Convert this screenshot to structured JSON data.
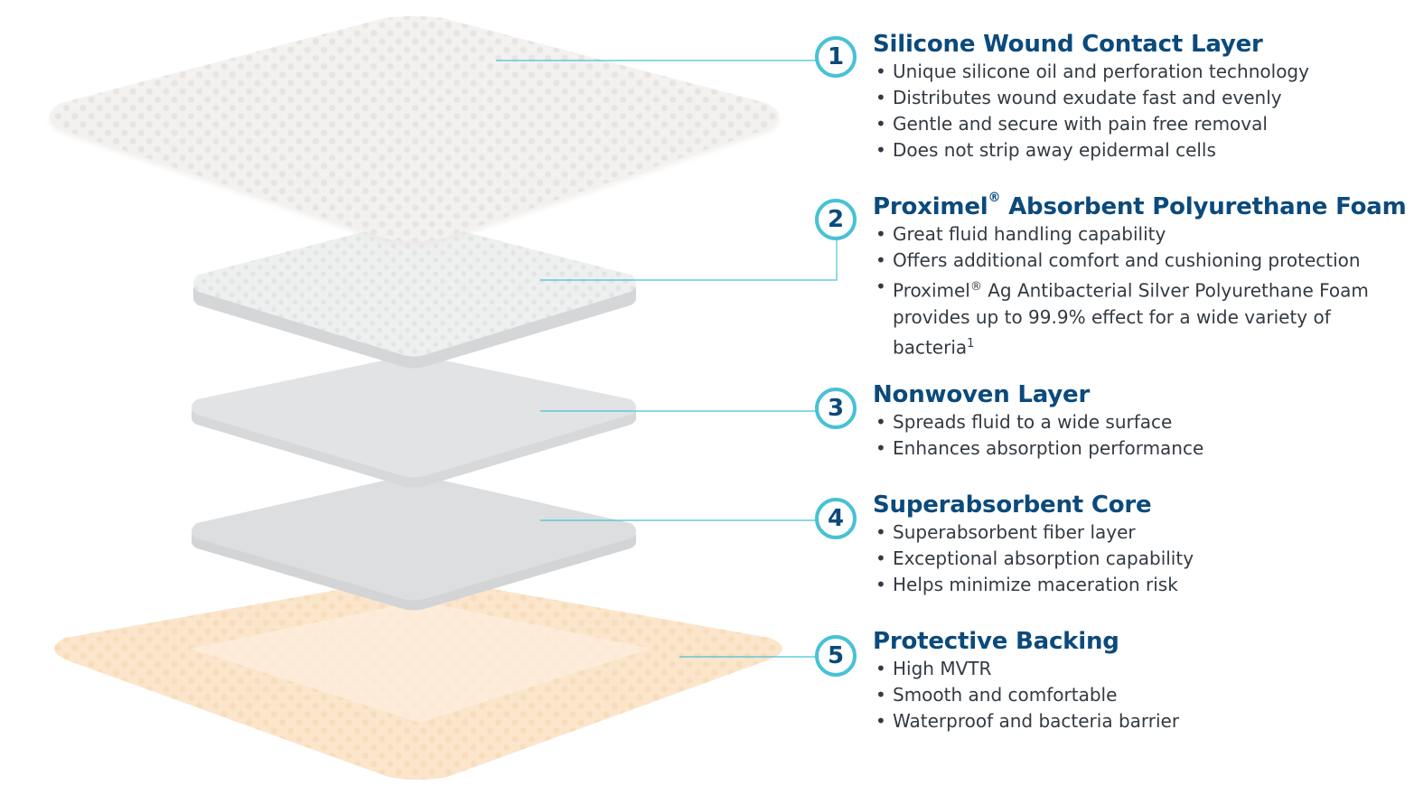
{
  "colors": {
    "title": "#0b4a7c",
    "text": "#333a41",
    "badge_ring": "#48c1d6",
    "leader_line": "#48c1d6",
    "silicone_layer": "#f3f1ef",
    "foam_layer": "#eeefef",
    "nonwoven_layer": "#e2e3e4",
    "core_layer": "#dcdedf",
    "backing_layer": "#fbe6cc"
  },
  "layers": [
    {
      "number": "1",
      "title": "Silicone Wound Contact Layer",
      "bullets": [
        "Unique silicone oil and perforation technology",
        "Distributes wound exudate fast and evenly",
        "Gentle and secure with pain free removal",
        "Does not strip away epidermal cells"
      ]
    },
    {
      "number": "2",
      "title_main": "Proximel",
      "title_reg": "®",
      "title_rest": " Absorbent Polyurethane Foam",
      "bullets": [
        "Great fluid handling capability",
        "Offers additional comfort and cushioning protection"
      ],
      "bullet3": {
        "line1_a": "Proximel",
        "line1_reg": "®",
        "line1_b": " Ag Antibacterial Silver Polyurethane Foam",
        "line2": "provides up to 99.9% effect for a wide variety of",
        "line3": "bacteria",
        "footnote": "1"
      }
    },
    {
      "number": "3",
      "title": "Nonwoven Layer",
      "bullets": [
        "Spreads fluid to a wide surface",
        "Enhances absorption performance"
      ]
    },
    {
      "number": "4",
      "title": "Superabsorbent Core",
      "bullets": [
        "Superabsorbent fiber layer",
        "Exceptional absorption capability",
        "Helps minimize maceration risk"
      ]
    },
    {
      "number": "5",
      "title": "Protective Backing",
      "bullets": [
        "High MVTR",
        "Smooth and comfortable",
        "Waterproof and bacteria barrier"
      ]
    }
  ]
}
